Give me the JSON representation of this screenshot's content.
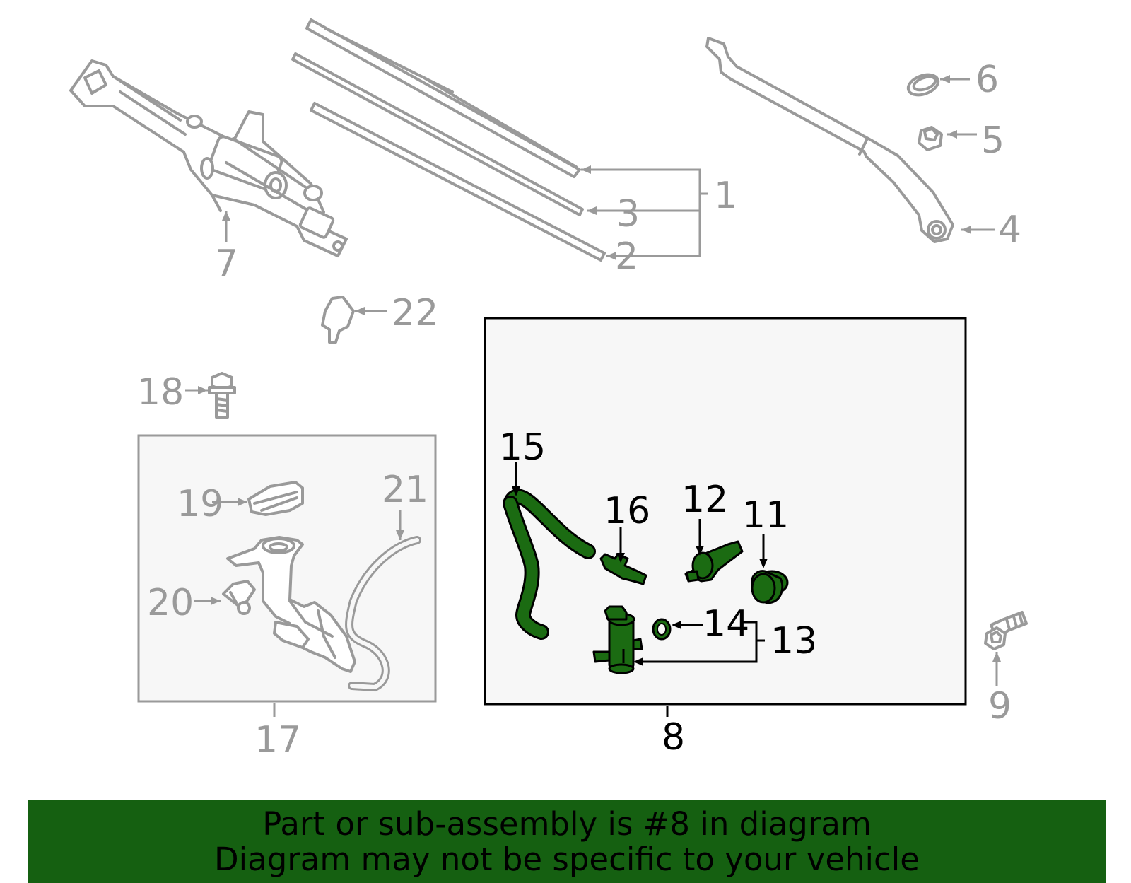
{
  "callouts": {
    "c1": "1",
    "c2": "2",
    "c3": "3",
    "c4": "4",
    "c5": "5",
    "c6": "6",
    "c7": "7",
    "c8": "8",
    "c9": "9",
    "c11": "11",
    "c12": "12",
    "c13": "13",
    "c14": "14",
    "c15": "15",
    "c16": "16",
    "c17": "17",
    "c18": "18",
    "c19": "19",
    "c20": "20",
    "c21": "21",
    "c22": "22"
  },
  "highlight": {
    "part_number": "8",
    "color": "#1b6b12"
  },
  "banner": {
    "line1": "Part or sub-assembly is #8 in diagram",
    "line2": "Diagram may not be specific to your vehicle",
    "background": "#156011"
  },
  "colors": {
    "other_parts": "#9a9a9a",
    "highlighted_parts": "#1b6b12",
    "box_background": "#f7f7f7"
  }
}
